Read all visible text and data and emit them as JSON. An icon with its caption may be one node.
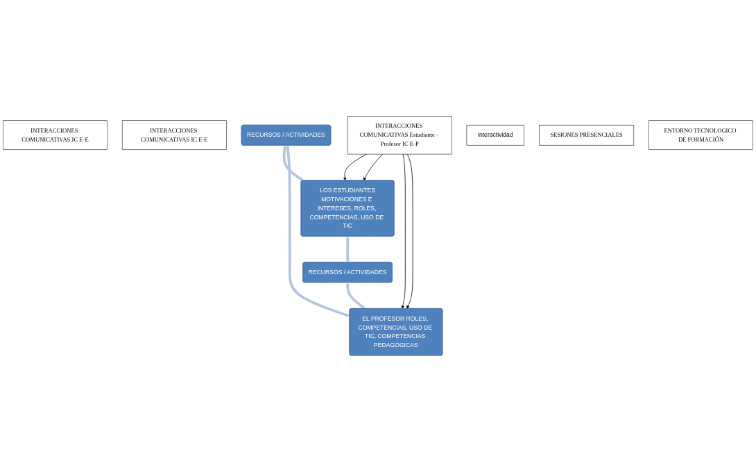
{
  "diagram": {
    "nodes": [
      {
        "text": [
          "LOS ESTUDIANTES",
          "MOTIVACIONES E INTERESES, ROLES, COMPETENCIAS, USO DE TIC"
        ]
      },
      {
        "text": [
          "INTERACCIONES COMUNICATIVAS IC E-E"
        ]
      },
      {
        "text": [
          "INTERACCIONES COMUNICATIVAS IC E-E"
        ]
      },
      {
        "text": [
          "RECURSOS / ACTIVIDADES"
        ]
      },
      {
        "text": [
          "INTERACCIONES COMUNICATIVAS Estudiante - Profesor IC E-P"
        ]
      },
      {
        "text": [
          "interactividad"
        ]
      },
      {
        "text": [
          "RECURSOS / ACTIVIDADES"
        ]
      },
      {
        "text": [
          "EL PROFESOR ROLES, COMPETENCIAS, USO DE TIC, COMPETENCIAS PEDAGOGICAS"
        ]
      },
      {
        "text": [
          "SESIONES PRESENCIALES"
        ]
      },
      {
        "text": [
          "ENTORNO TECNOLOGICO DE FORMACIÓN"
        ]
      }
    ],
    "edges": [
      {
        "from": 3,
        "to": 0,
        "arrow": "both",
        "style": "thick",
        "color": "#b4c5e0"
      },
      {
        "from": 0,
        "to": 6,
        "arrow": "both",
        "style": "thick",
        "color": "#b4c5e0"
      },
      {
        "from": 4,
        "to": 0,
        "arrow": "to",
        "color": "#000000"
      },
      {
        "from": 4,
        "to": 0,
        "arrow": "to",
        "color": "#000000"
      },
      {
        "from": 4,
        "to": 7,
        "arrow": "to",
        "color": "#000000"
      },
      {
        "from": 4,
        "to": 7,
        "arrow": "to",
        "color": "#000000"
      },
      {
        "from": 3,
        "to": 7,
        "arrow": "both",
        "style": "thick",
        "color": "#b4c5e0"
      },
      {
        "from": 6,
        "to": 7,
        "arrow": "both",
        "style": "thick",
        "color": "#b4c5e0"
      }
    ]
  }
}
